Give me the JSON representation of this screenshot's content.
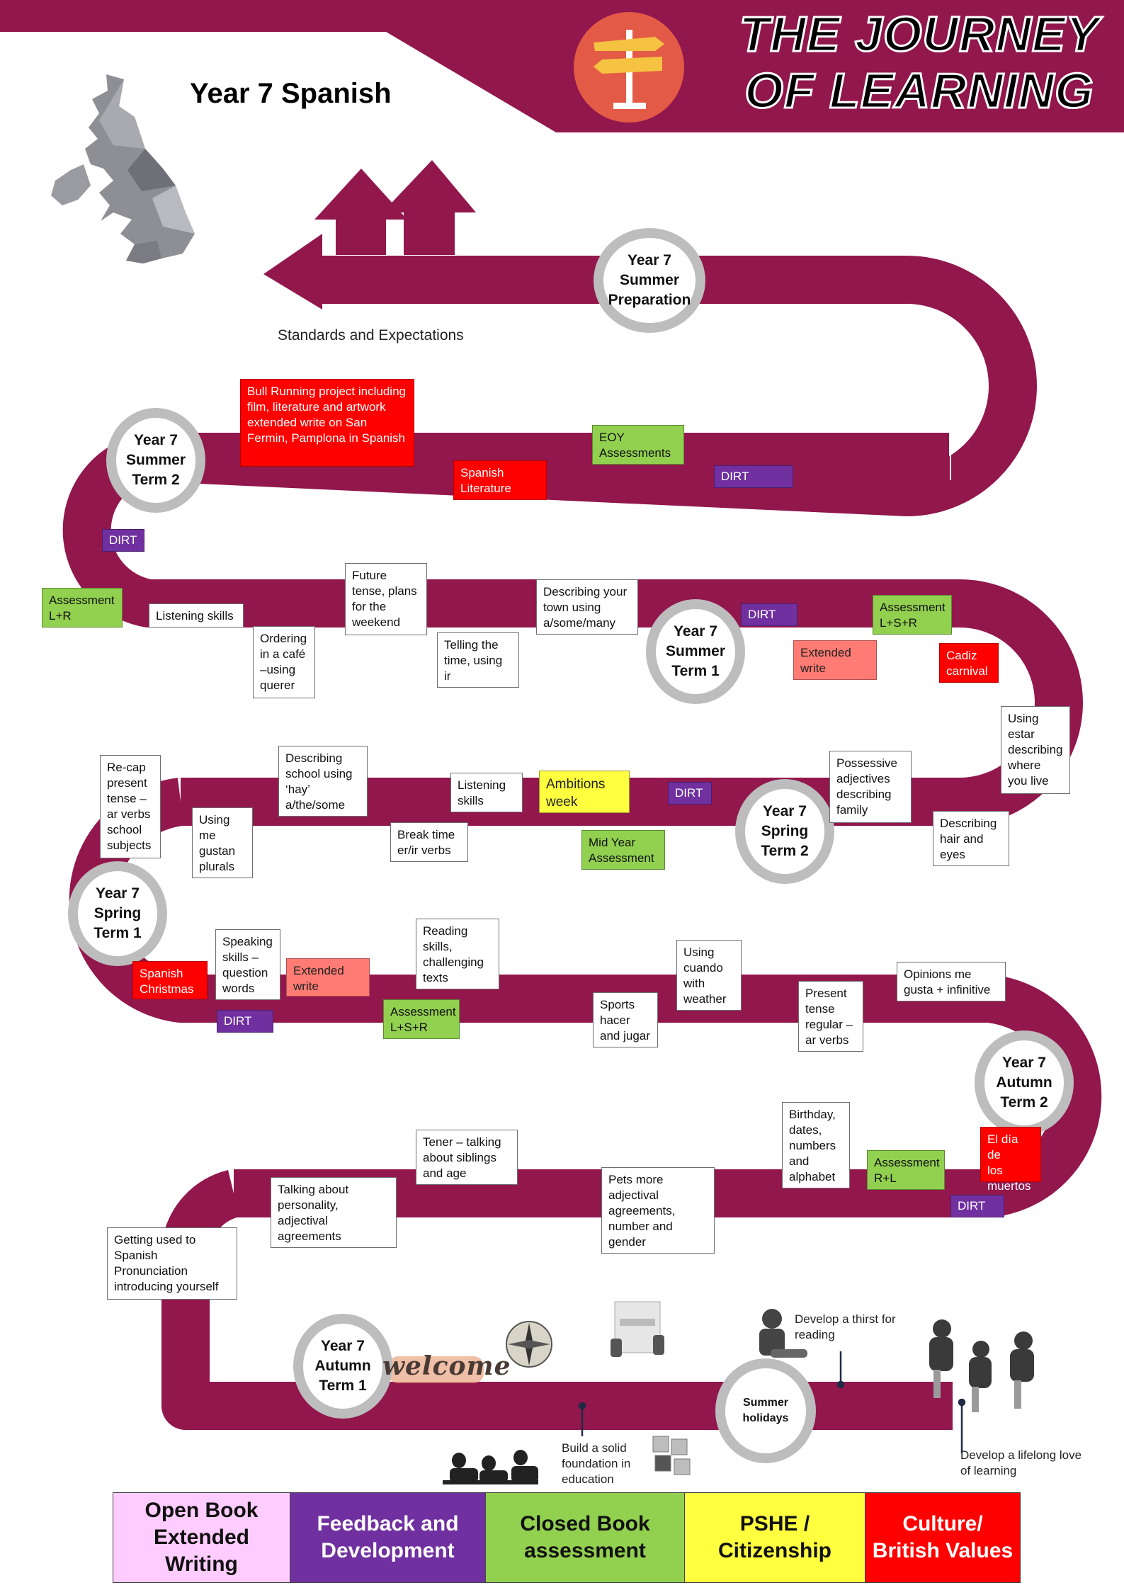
{
  "header": {
    "title_line1": "THE JOURNEY",
    "title_line2": "OF LEARNING",
    "subtitle": "Year 7 Spanish",
    "sign_icon": "signpost-icon",
    "map_icon": "uk-map-icon"
  },
  "colors": {
    "road": "#92174d",
    "banner": "#92174d",
    "culture": "#ff0000",
    "extended_write": "#ff7b73",
    "closed_book": "#92d050",
    "feedback": "#7030a0",
    "pshe": "#ffff40",
    "open_book": "#ffccff"
  },
  "standards_label": "Standards and Expectations",
  "milestones": {
    "summer_prep": "Year 7\nSummer\nPreparation",
    "summer2": "Year 7\nSummer\nTerm 2",
    "summer1": "Year 7\nSummer\nTerm 1",
    "spring2": "Year 7\nSpring\nTerm 2",
    "spring1": "Year 7\nSpring\nTerm 1",
    "autumn2": "Year 7\nAutumn\nTerm 2",
    "autumn1": "Year 7\nAutumn\nTerm 1",
    "holidays": "Summer\nholidays"
  },
  "boxes": {
    "bull_running": "Bull Running project including film, literature and artwork extended  write on San Fermin,  Pamplona in Spanish",
    "spanish_literature": "Spanish\nLiterature",
    "eoy_assessments": "EOY\nAssessments",
    "dirt": "DIRT",
    "assessment_lr": "Assessment\nL+R",
    "listening_skills_a": "Listening skills",
    "ordering_cafe": "Ordering\nin a café\n–using\nquerer",
    "future_tense": "Future\ntense, plans\nfor the\nweekend",
    "telling_time": "Telling  the\ntime, using\nir",
    "describing_town": "Describing your\ntown using\na/some/many",
    "extended_write": "Extended\nwrite",
    "assessment_lsr": "Assessment\nL+S+R",
    "cadiz": "Cadiz\ncarnival",
    "using_estar": "Using\nestar\ndescribing\nwhere\nyou live",
    "describing_hair": "Describing\nhair and\neyes",
    "possessive_adj": "Possessive\nadjectives\ndescribing\nfamily",
    "ambitions_week": "Ambitions\nweek",
    "mid_year": "Mid Year\nAssessment",
    "listening_skills_b": "Listening\nskills",
    "break_time": "Break time\ner/ir verbs",
    "describing_school": "Describing\nschool using\n‘hay’\na/the/some",
    "using_me_gustan": "Using\nme\ngustan\nplurals",
    "recap_present": "Re-cap\npresent\ntense –\nar verbs\nschool\nsubjects",
    "spanish_christmas": "Spanish\nChristmas",
    "speaking_skills": "Speaking\nskills –\nquestion\nwords",
    "reading_skills": "Reading\nskills,\nchallenging\ntexts",
    "sports": "Sports\nhacer\nand jugar",
    "using_cuando": "Using\ncuando\nwith\nweather",
    "present_tense": "Present\ntense\nregular –\nar verbs",
    "opinions": "Opinions me\ngusta + infinitive",
    "el_dia": "El día de\nlos\nmuertos",
    "assessment_rl": "Assessment\nR+L",
    "birthday": "Birthday,\ndates,\nnumbers\nand\nalphabet",
    "pets": "Pets more\nadjectival\nagreements,\nnumber and\ngender",
    "tener": "Tener – talking\nabout siblings\nand age",
    "personality": "Talking about\npersonality,\nadjectival\nagreements",
    "getting_used": "Getting used to\nSpanish\nPronunciation\nintroducing yourself"
  },
  "notes": {
    "welcome": "welcome",
    "thirst": "Develop a thirst for\nreading",
    "foundation": "Build a solid\nfoundation in\neducation",
    "lifelong": "Develop a lifelong love\nof learning"
  },
  "legend": [
    {
      "label": "Open Book\nExtended\nWriting",
      "color": "#ffccff",
      "text_color": "#111111"
    },
    {
      "label": "Feedback and\nDevelopment",
      "color": "#7030a0",
      "text_color": "#ffffff"
    },
    {
      "label": "Closed Book\nassessment",
      "color": "#92d050",
      "text_color": "#111111"
    },
    {
      "label": "PSHE /\nCitizenship",
      "color": "#ffff40",
      "text_color": "#111111"
    },
    {
      "label": "Culture/\nBritish Values",
      "color": "#ff0000",
      "text_color": "#ffffff"
    }
  ]
}
